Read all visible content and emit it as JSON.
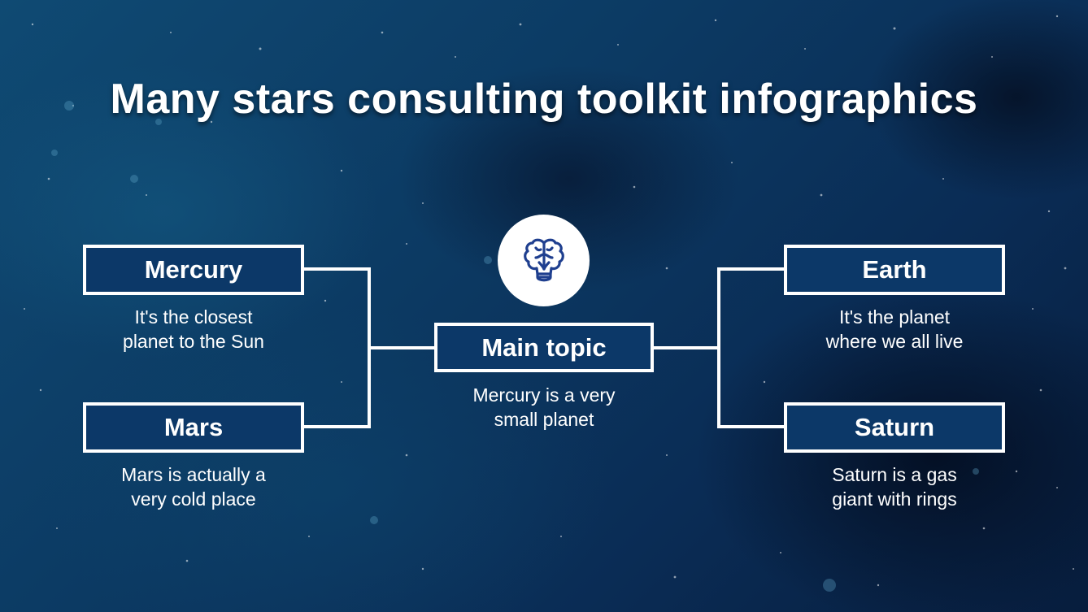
{
  "slide": {
    "title": "Many stars consulting toolkit infographics",
    "colors": {
      "background": "#0c3a63",
      "box_fill": "#0c3868",
      "box_border": "#ffffff",
      "icon": "#1f3f8f"
    }
  },
  "center": {
    "icon": "brain-lightbulb-icon",
    "label": "Main topic",
    "desc_line1": "Mercury is a very",
    "desc_line2": "small planet"
  },
  "left": [
    {
      "label": "Mercury",
      "desc_line1": "It's the closest",
      "desc_line2": "planet to the Sun"
    },
    {
      "label": "Mars",
      "desc_line1": "Mars is actually a",
      "desc_line2": "very cold place"
    }
  ],
  "right": [
    {
      "label": "Earth",
      "desc_line1": "It's the planet",
      "desc_line2": "where we all live"
    },
    {
      "label": "Saturn",
      "desc_line1": "Saturn is a gas",
      "desc_line2": "giant with rings"
    }
  ]
}
